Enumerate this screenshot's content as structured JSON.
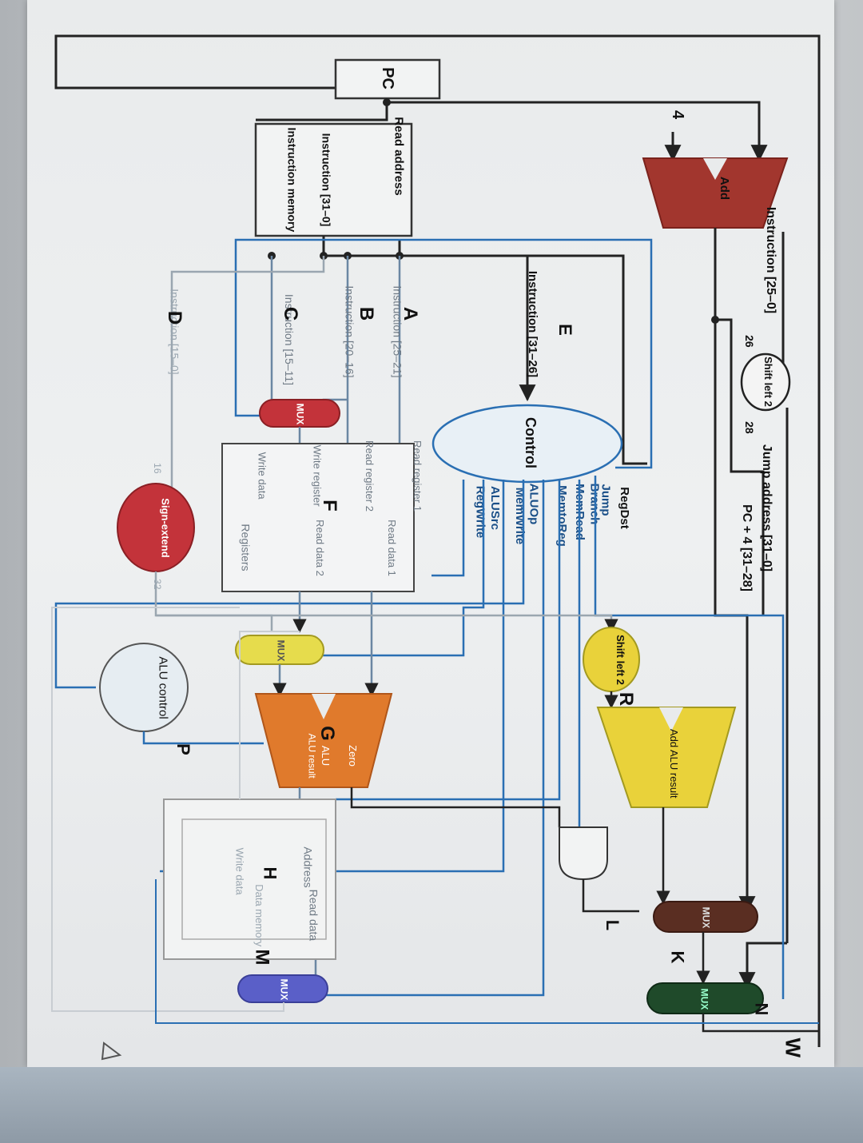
{
  "diagram": {
    "instr_25_0": "Instruction [25–0]",
    "shift_left_2_top": "Shift left 2",
    "bits_26": "26",
    "bits_28": "28",
    "jump_address": "Jump address [31–0]",
    "pc_plus4": "PC + 4 [31–28]",
    "label_w": "W",
    "pc": "PC",
    "four": "4",
    "add": "Add",
    "read_address": "Read address",
    "instruction_31_0": "Instruction [31–0]",
    "instruction_memory": "Instruction memory",
    "instr_31_26": "Instruction [31–26]",
    "label_e": "E",
    "control": "Control",
    "signals": [
      "RegDst",
      "Jump",
      "Branch",
      "MemRead",
      "MemtoReg",
      "ALUOp",
      "MemWrite",
      "ALUSrc",
      "RegWrite"
    ],
    "instr_a": "Instruction [25–21]",
    "label_a": "A",
    "instr_b": "Instruction [20–16]",
    "label_b": "B",
    "instr_c": "Instruction [15–11]",
    "label_c": "C",
    "instr_d": "Instruction [15–0]",
    "label_d": "D",
    "read_register_1": "Read register 1",
    "read_register_2": "Read register 2",
    "read_data_1": "Read data 1",
    "read_data_2": "Read data 2",
    "write_register": "Write register",
    "write_data": "Write data",
    "registers": "Registers",
    "label_f": "F",
    "sign_extend": "Sign-extend",
    "bits_16": "16",
    "bits_32": "32",
    "shift_left_2_r": "Shift left 2",
    "label_r": "R",
    "alu_add_result": "Add ALU result",
    "zero": "Zero",
    "alu": "ALU",
    "alu_result": "ALU result",
    "label_g": "G",
    "alu_control": "ALU control",
    "label_p": "P",
    "address": "Address",
    "read_data": "Read data",
    "write_data_mem": "Write data",
    "data_memory": "Data memory",
    "label_h": "H",
    "label_l": "L",
    "label_k": "K",
    "label_m": "M",
    "label_n": "N",
    "mux": "MUX",
    "mux_small": "M u x"
  },
  "colors": {
    "add_unit": "#a2362e",
    "alu_orange": "#e07a2c",
    "alu_yellow": "#e9d23a",
    "mux_red": "#c3333a",
    "mux_yellow": "#e6dc4c",
    "mux_brown": "#5a2e22",
    "mux_blue": "#5a5fc8",
    "mux_green": "#1f4a2a",
    "control_wire": "#2a6fb3",
    "data_wire": "#222222",
    "faded_wire": "#9aa6b0"
  }
}
